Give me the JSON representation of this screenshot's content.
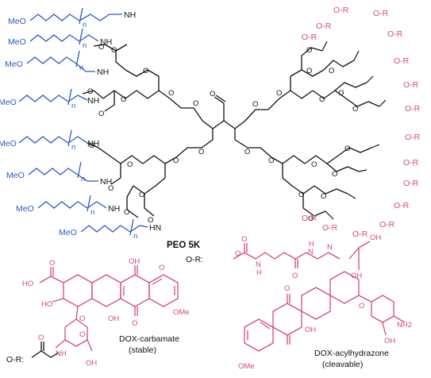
{
  "colors": {
    "peg": "#2b59c3",
    "drug": "#d64b74",
    "core": "#111111"
  },
  "peg_chains": [
    {
      "meo": "MeO",
      "sub": "n",
      "end": "NH"
    },
    {
      "meo": "MeO",
      "sub": "n",
      "end": "NH"
    },
    {
      "meo": "MeO",
      "sub": "n",
      "end": "NH"
    },
    {
      "meo": "MeO",
      "sub": "n",
      "end": "NH"
    },
    {
      "meo": "MeO",
      "sub": "n",
      "end": "NH"
    },
    {
      "meo": "MeO",
      "sub": "n",
      "end": "NH"
    },
    {
      "meo": "MeO",
      "sub": "n",
      "end": "NH"
    },
    {
      "meo": "MeO",
      "sub": "n",
      "end": "HN"
    }
  ],
  "peg_label": "PEO 5K",
  "or_labels": [
    "O-R",
    "O-R",
    "O-R",
    "O-R",
    "O-R",
    "O-R",
    "O-R",
    "O-R",
    "O-R",
    "O-R",
    "O-R",
    "O-R",
    "O-R",
    "O-R",
    "O-R",
    "O-R"
  ],
  "carbamate": {
    "name": "DOX-carbamate",
    "note": "(stable)",
    "or_prefix": "O-R:",
    "atoms": [
      "O",
      "HO",
      "HO",
      "O",
      "OH",
      "O",
      "OMe",
      "OH",
      "O",
      "O",
      "O",
      "NH",
      "OH"
    ]
  },
  "acylhydrazone": {
    "name": "DOX-acylhydrazone",
    "note": "(cleavable)",
    "or_prefix": "O-R:",
    "atoms": [
      "O",
      "O",
      "N",
      "H",
      "N",
      "H",
      "N",
      "OH",
      "O",
      "OH",
      "O",
      "O",
      "OH",
      "OMe",
      "NH2",
      "OH"
    ]
  }
}
